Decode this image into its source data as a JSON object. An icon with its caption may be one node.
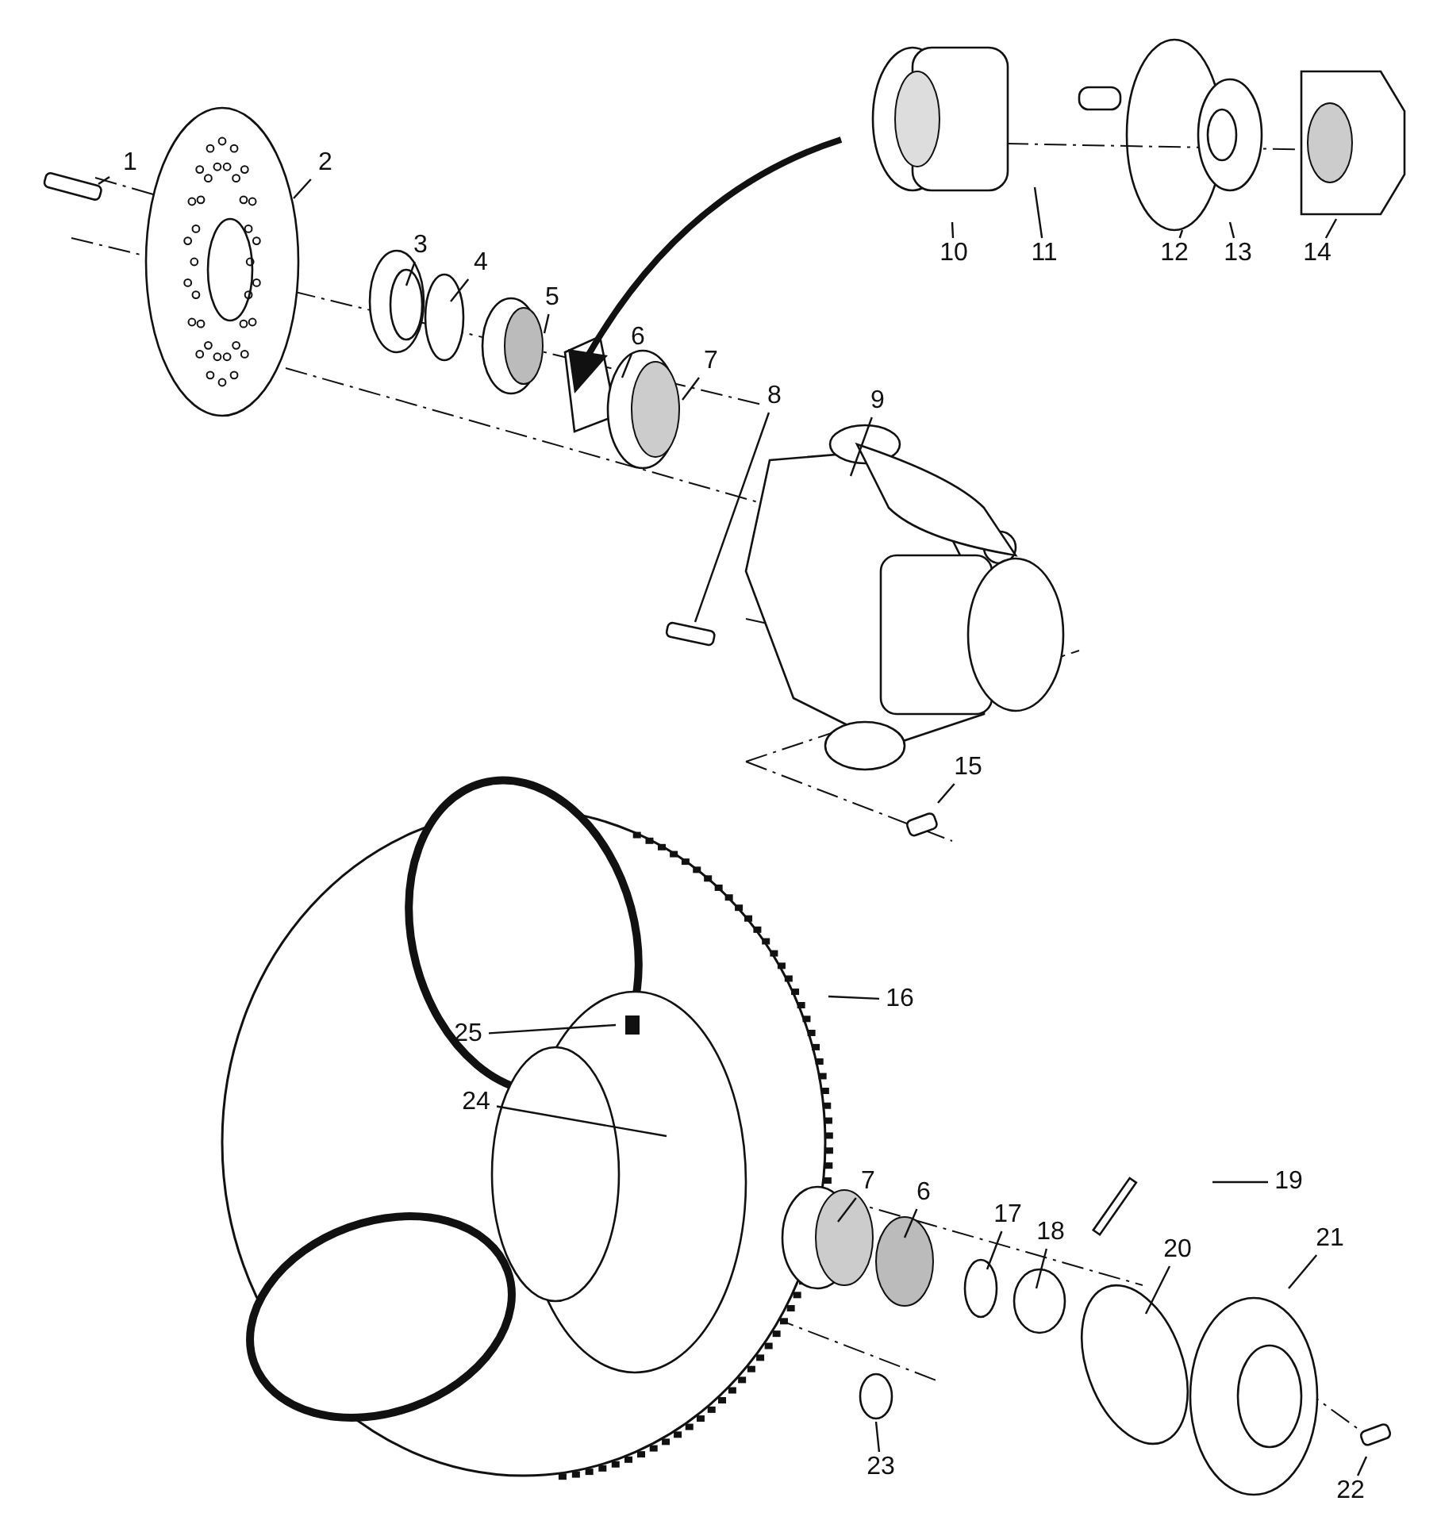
{
  "diagram": {
    "nodes": [
      {
        "text": [
          "1"
        ]
      },
      {
        "text": [
          "2"
        ]
      },
      {
        "text": [
          "10"
        ]
      },
      {
        "text": [
          "11"
        ]
      },
      {
        "text": [
          "12"
        ]
      },
      {
        "text": [
          "13"
        ]
      },
      {
        "text": [
          "14"
        ]
      },
      {
        "text": [
          "3"
        ]
      },
      {
        "text": [
          "4"
        ]
      },
      {
        "text": [
          "5"
        ]
      },
      {
        "text": [
          "6"
        ]
      },
      {
        "text": [
          "7"
        ]
      },
      {
        "text": [
          "8"
        ]
      },
      {
        "text": [
          "9"
        ]
      },
      {
        "text": [
          "15"
        ]
      },
      {
        "text": [
          "16"
        ]
      },
      {
        "text": [
          "25"
        ]
      },
      {
        "text": [
          "24"
        ]
      },
      {
        "text": [
          "7"
        ]
      },
      {
        "text": [
          "6"
        ]
      },
      {
        "text": [
          "17"
        ]
      },
      {
        "text": [
          "18"
        ]
      },
      {
        "text": [
          "19"
        ]
      },
      {
        "text": [
          "20"
        ]
      },
      {
        "text": [
          "21"
        ]
      },
      {
        "text": [
          "23"
        ]
      },
      {
        "text": [
          "22"
        ]
      }
    ],
    "edges": [
      {
        "from": 0,
        "to": null,
        "arrow": "none"
      },
      {
        "from": 1,
        "to": null,
        "arrow": "none"
      },
      {
        "from": 2,
        "to": null,
        "arrow": "none"
      },
      {
        "from": 3,
        "to": null,
        "arrow": "none"
      },
      {
        "from": 4,
        "to": null,
        "arrow": "none"
      },
      {
        "from": 5,
        "to": null,
        "arrow": "none"
      },
      {
        "from": 6,
        "to": null,
        "arrow": "none"
      },
      {
        "from": 7,
        "to": null,
        "arrow": "none"
      },
      {
        "from": 8,
        "to": null,
        "arrow": "none"
      },
      {
        "from": 9,
        "to": null,
        "arrow": "none"
      },
      {
        "from": 10,
        "to": null,
        "arrow": "none"
      },
      {
        "from": 11,
        "to": null,
        "arrow": "none"
      },
      {
        "from": 12,
        "to": null,
        "arrow": "none"
      },
      {
        "from": 13,
        "to": null,
        "arrow": "none"
      },
      {
        "from": 14,
        "to": null,
        "arrow": "none"
      },
      {
        "from": 15,
        "to": null,
        "arrow": "none"
      },
      {
        "from": 16,
        "to": null,
        "arrow": "none"
      },
      {
        "from": 17,
        "to": null,
        "arrow": "none"
      },
      {
        "from": 18,
        "to": null,
        "arrow": "none"
      },
      {
        "from": 19,
        "to": null,
        "arrow": "none"
      },
      {
        "from": 20,
        "to": null,
        "arrow": "none"
      },
      {
        "from": 21,
        "to": null,
        "arrow": "none"
      },
      {
        "from": 22,
        "to": null,
        "arrow": "none"
      },
      {
        "from": 23,
        "to": null,
        "arrow": "none"
      },
      {
        "from": 24,
        "to": null,
        "arrow": "none"
      },
      {
        "from": 25,
        "to": null,
        "arrow": "none"
      },
      {
        "from": 26,
        "to": null,
        "arrow": "none"
      }
    ]
  }
}
